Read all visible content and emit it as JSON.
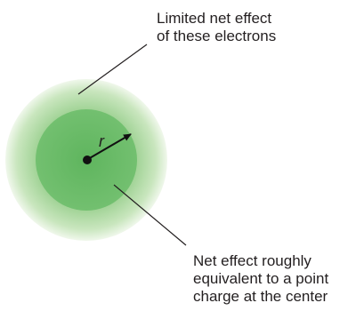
{
  "labels": {
    "outer_line1": "Limited net effect",
    "outer_line2": "of these electrons",
    "inner_line1": "Net effect roughly",
    "inner_line2": "equivalent to a point",
    "inner_line3": "charge at the center",
    "radius": "r"
  },
  "colors": {
    "inner_sphere": "#6cbe6c",
    "outer_cloud_center": "#86c784",
    "outer_cloud_edge": "#e9f4e4",
    "nucleus": "#111111",
    "text": "#231f20"
  }
}
